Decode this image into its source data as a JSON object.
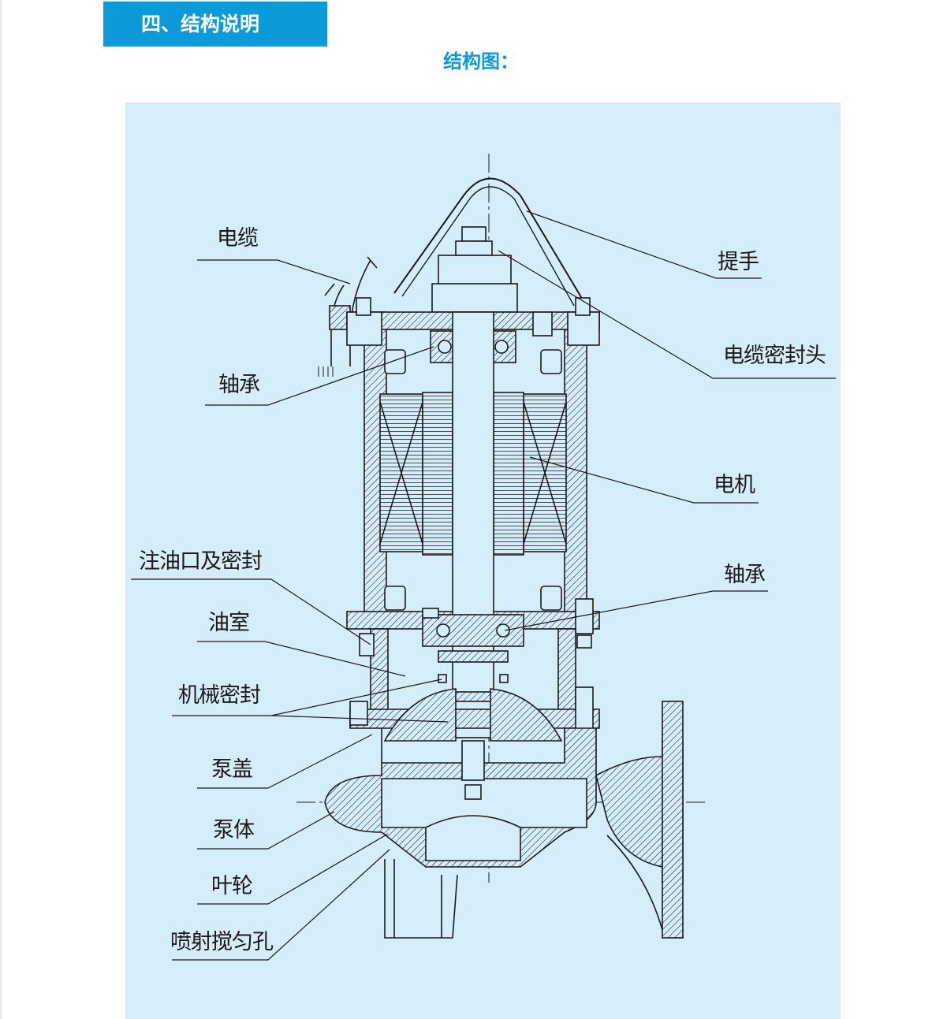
{
  "section": {
    "heading": "四、结构说明"
  },
  "diagram": {
    "title": "结构图：",
    "labels": {
      "cable": "电缆",
      "handle": "提手",
      "bearing_upper": "轴承",
      "cable_seal_head": "电缆密封头",
      "motor": "电机",
      "oil_filler": "注油口及密封",
      "bearing_lower": "轴承",
      "oil_chamber": "油室",
      "mechanical_seal": "机械密封",
      "pump_cover": "泵盖",
      "pump_body": "泵体",
      "impeller": "叶轮",
      "jet_mixing_hole": "喷射搅匀孔"
    }
  },
  "colors": {
    "accent": "#0d9ad8",
    "panel": "#d5ecf9",
    "line": "#1a1a1a"
  }
}
